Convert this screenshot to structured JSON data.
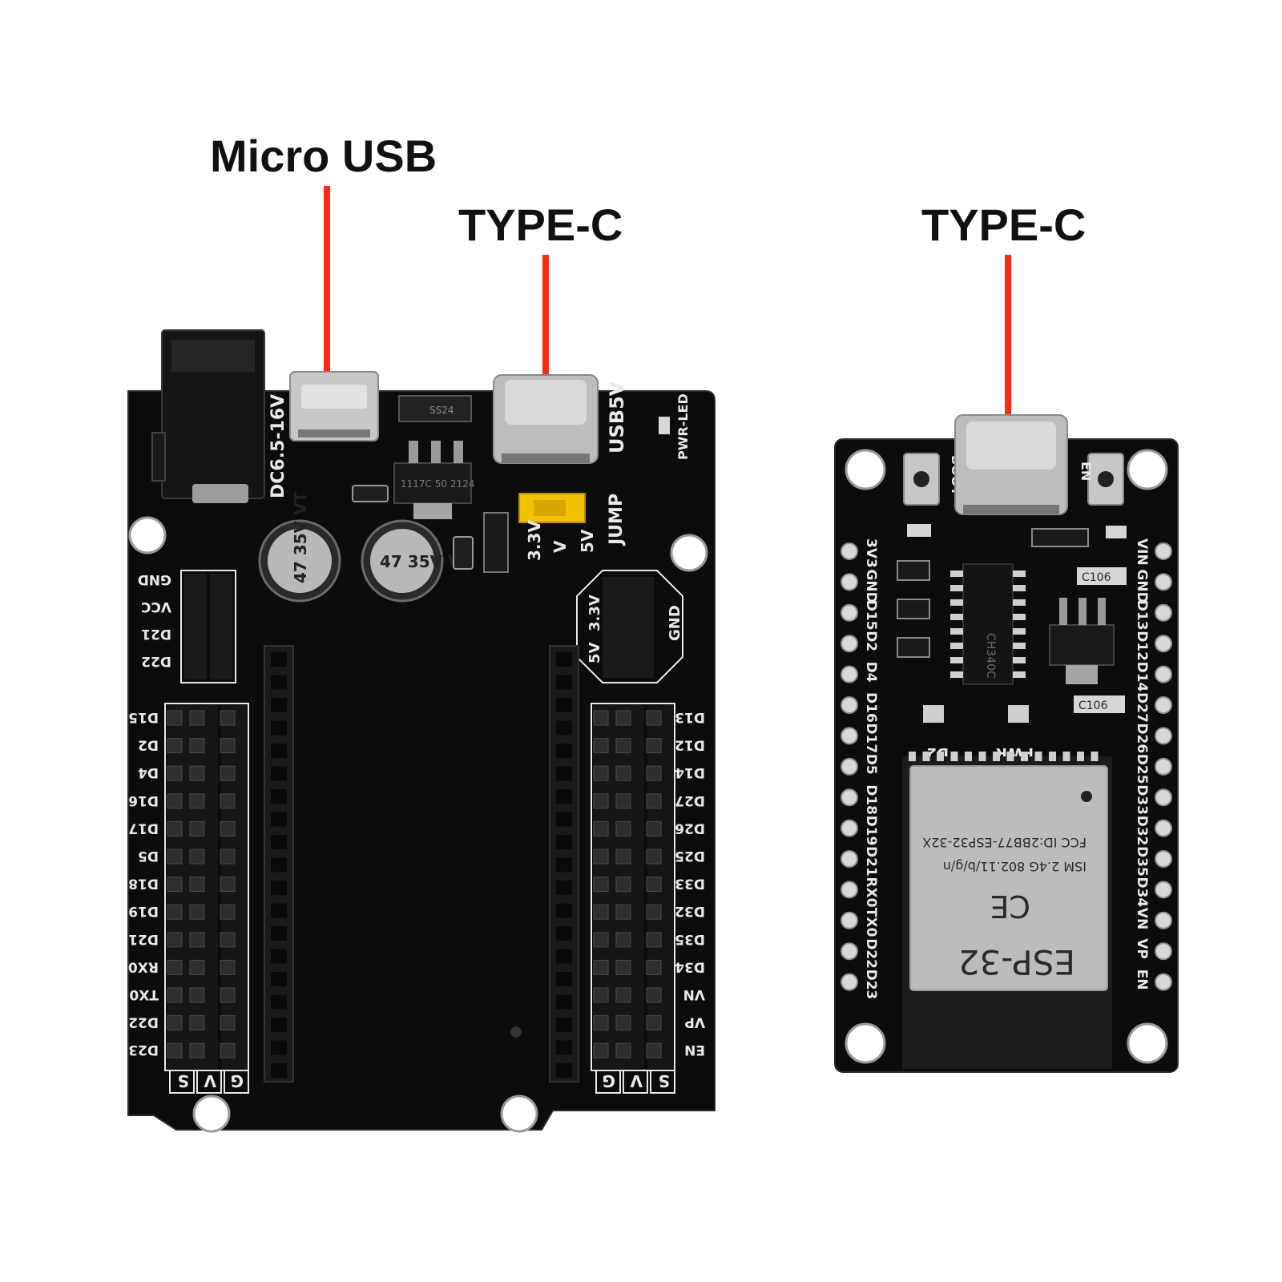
{
  "callouts": {
    "micro_usb": "Micro USB",
    "type_c_left": "TYPE-C",
    "type_c_right": "TYPE-C"
  },
  "colors": {
    "pointer_line": "#ff2a10",
    "board": "#0c0c0c",
    "silkscreen": "#e9e9e9",
    "jumper": "#f2c200"
  },
  "left_board": {
    "labels": {
      "dc_in": "DC6.5-16V",
      "usb5v": "USB5V",
      "pwr_led": "PWR-LED",
      "jump": "JUMP",
      "v33": "3.3V",
      "v": "V",
      "v5": "5V",
      "gnd": "GND",
      "cap": "47 35V VT",
      "reg": "1117C 50 2124",
      "diode": "SS24"
    },
    "power_header": [
      "GND",
      "VCC",
      "D21",
      "D22"
    ],
    "left_pins": [
      "D15",
      "D2",
      "D4",
      "D16",
      "D17",
      "D5",
      "D18",
      "D19",
      "D21",
      "RX0",
      "TX0",
      "D22",
      "D23"
    ],
    "right_pins": [
      "D13",
      "D12",
      "D14",
      "D27",
      "D26",
      "D25",
      "D33",
      "D32",
      "D35",
      "D34",
      "VN",
      "VP",
      "EN"
    ],
    "bottom_left": [
      "S",
      "V",
      "G"
    ],
    "bottom_right": [
      "G",
      "V",
      "S"
    ]
  },
  "right_board": {
    "boot": "BOOT",
    "en": "EN",
    "d2": "D2",
    "pwr": "PWR",
    "c106": "C106",
    "chip": "CH340C",
    "left_pins": [
      "3V3",
      "GND",
      "D15",
      "D2",
      "D4",
      "D16",
      "D17",
      "D5",
      "D18",
      "D19",
      "D21",
      "RX0",
      "TX0",
      "D22",
      "D23"
    ],
    "right_pins": [
      "VIN",
      "GND",
      "D13",
      "D12",
      "D14",
      "D27",
      "D26",
      "D25",
      "D33",
      "D32",
      "D35",
      "D34",
      "VN",
      "VP",
      "EN"
    ],
    "module": {
      "fcc": "FCC ID:2BB77-ESP32-32X",
      "ism": "ISM  2.4G 802.11/b/g/n",
      "ce": "CE",
      "name": "ESP-32"
    }
  }
}
